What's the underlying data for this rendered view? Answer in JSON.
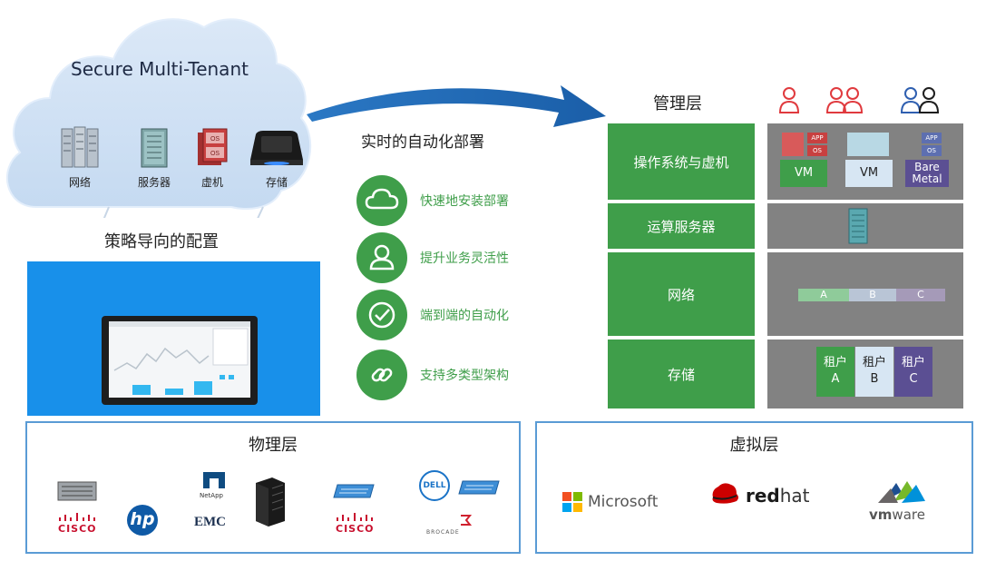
{
  "cloud": {
    "title": "Secure Multi-Tenant",
    "icons": [
      {
        "label": "网络",
        "icon": "network-rack-icon"
      },
      {
        "label": "服务器",
        "icon": "server-icon"
      },
      {
        "label": "虚机",
        "icon": "vm-icon"
      },
      {
        "label": "存储",
        "icon": "storage-icon"
      }
    ],
    "vm_icon_top": "OS",
    "vm_icon_bottom": "OS"
  },
  "policy_label": "策略导向的配置",
  "automation": {
    "title": "实时的自动化部署",
    "features": [
      {
        "label": "快速地安装部署",
        "icon": "cloud-icon"
      },
      {
        "label": "提升业务灵活性",
        "icon": "user-icon"
      },
      {
        "label": "端到端的自动化",
        "icon": "check-icon"
      },
      {
        "label": "支持多类型架构",
        "icon": "link-icon"
      }
    ]
  },
  "management": {
    "title": "管理层",
    "rows": [
      {
        "label": "操作系统与虚机"
      },
      {
        "label": "运算服务器"
      },
      {
        "label": "网络"
      },
      {
        "label": "存储"
      }
    ],
    "vm_boxes": [
      "VM",
      "VM",
      "Bare Metal"
    ],
    "app_label": "APP",
    "os_label": "OS",
    "network_segments": [
      "A",
      "B",
      "C"
    ],
    "tenants": [
      {
        "line1": "租户",
        "line2": "A"
      },
      {
        "line1": "租户",
        "line2": "B"
      },
      {
        "line1": "租户",
        "line2": "C"
      }
    ]
  },
  "physical": {
    "title": "物理层",
    "logos": {
      "cisco": "CISCO",
      "hp": "hp",
      "netapp": "NetApp",
      "emc": "EMC",
      "dell": "DELL",
      "brocade": "BROCADE"
    }
  },
  "virtual": {
    "title": "虚拟层",
    "logos": {
      "microsoft": "Microsoft",
      "redhat_bold": "red",
      "redhat_light": "hat",
      "vmware_bold": "vm",
      "vmware_light": "ware"
    }
  },
  "colors": {
    "green": "#3f9e4a",
    "gray": "#828282",
    "blue": "#1890ea",
    "red": "#e03a3e",
    "navy": "#1e2a44",
    "panel_border": "#5a9bd5"
  }
}
